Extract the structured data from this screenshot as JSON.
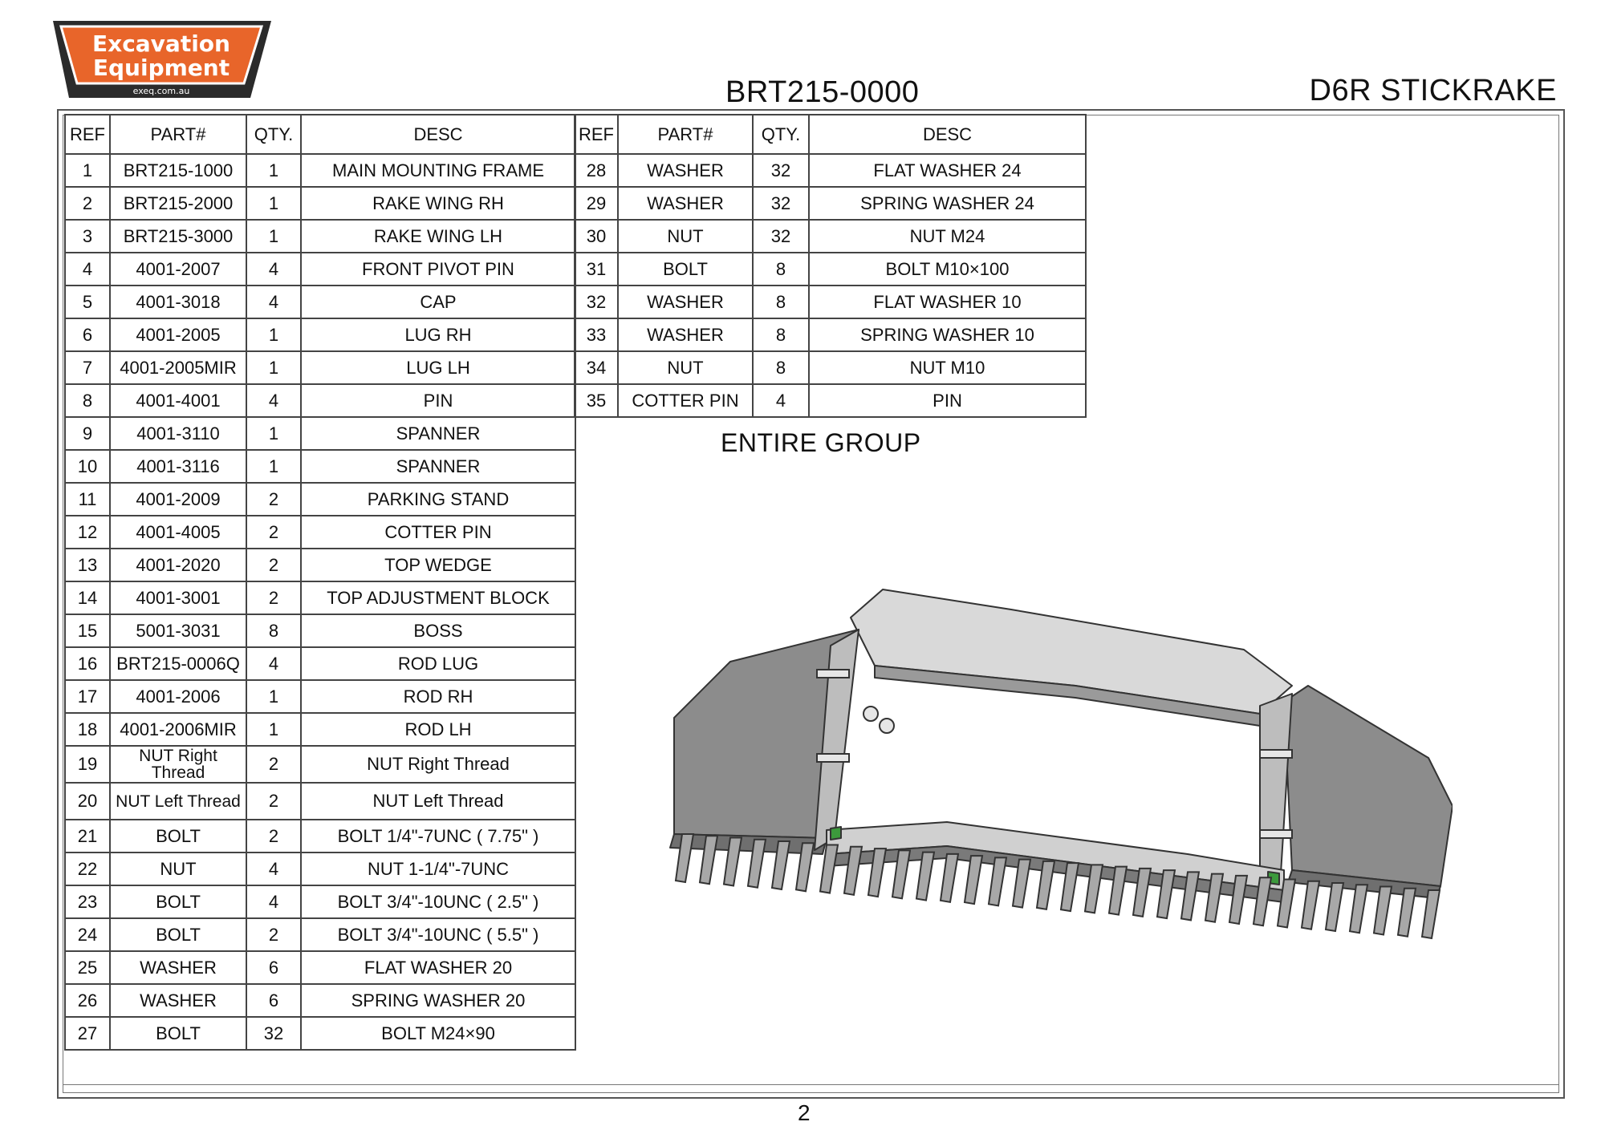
{
  "logo": {
    "line1": "Excavation",
    "line2": "Equipment",
    "url": "exeq.com.au"
  },
  "header": {
    "code": "BRT215-0000",
    "title": "D6R STICKRAKE"
  },
  "table_headers": {
    "ref": "REF",
    "part": "PART#",
    "qty": "QTY.",
    "desc": "DESC"
  },
  "parts_left": [
    {
      "ref": "1",
      "part": "BRT215-1000",
      "qty": "1",
      "desc": "MAIN MOUNTING FRAME"
    },
    {
      "ref": "2",
      "part": "BRT215-2000",
      "qty": "1",
      "desc": "RAKE WING RH"
    },
    {
      "ref": "3",
      "part": "BRT215-3000",
      "qty": "1",
      "desc": "RAKE WING LH"
    },
    {
      "ref": "4",
      "part": "4001-2007",
      "qty": "4",
      "desc": "FRONT PIVOT PIN"
    },
    {
      "ref": "5",
      "part": "4001-3018",
      "qty": "4",
      "desc": "CAP"
    },
    {
      "ref": "6",
      "part": "4001-2005",
      "qty": "1",
      "desc": "LUG RH"
    },
    {
      "ref": "7",
      "part": "4001-2005MIR",
      "qty": "1",
      "desc": "LUG LH"
    },
    {
      "ref": "8",
      "part": "4001-4001",
      "qty": "4",
      "desc": "PIN"
    },
    {
      "ref": "9",
      "part": "4001-3110",
      "qty": "1",
      "desc": "SPANNER"
    },
    {
      "ref": "10",
      "part": "4001-3116",
      "qty": "1",
      "desc": "SPANNER"
    },
    {
      "ref": "11",
      "part": "4001-2009",
      "qty": "2",
      "desc": "PARKING STAND"
    },
    {
      "ref": "12",
      "part": "4001-4005",
      "qty": "2",
      "desc": "COTTER PIN"
    },
    {
      "ref": "13",
      "part": "4001-2020",
      "qty": "2",
      "desc": "TOP WEDGE"
    },
    {
      "ref": "14",
      "part": "4001-3001",
      "qty": "2",
      "desc": "TOP ADJUSTMENT BLOCK"
    },
    {
      "ref": "15",
      "part": "5001-3031",
      "qty": "8",
      "desc": "BOSS"
    },
    {
      "ref": "16",
      "part": "BRT215-0006Q",
      "qty": "4",
      "desc": "ROD LUG"
    },
    {
      "ref": "17",
      "part": "4001-2006",
      "qty": "1",
      "desc": "ROD RH"
    },
    {
      "ref": "18",
      "part": "4001-2006MIR",
      "qty": "1",
      "desc": "ROD LH"
    },
    {
      "ref": "19",
      "part": "NUT Right Thread",
      "qty": "2",
      "desc": "NUT Right Thread"
    },
    {
      "ref": "20",
      "part": "NUT  Left Thread",
      "qty": "2",
      "desc": "NUT Left Thread"
    },
    {
      "ref": "21",
      "part": "BOLT",
      "qty": "2",
      "desc": "BOLT 1/4\"-7UNC ( 7.75\" )"
    },
    {
      "ref": "22",
      "part": "NUT",
      "qty": "4",
      "desc": "NUT 1-1/4\"-7UNC"
    },
    {
      "ref": "23",
      "part": "BOLT",
      "qty": "4",
      "desc": "BOLT 3/4\"-10UNC ( 2.5\" )"
    },
    {
      "ref": "24",
      "part": "BOLT",
      "qty": "2",
      "desc": "BOLT 3/4\"-10UNC ( 5.5\" )"
    },
    {
      "ref": "25",
      "part": "WASHER",
      "qty": "6",
      "desc": "FLAT WASHER 20"
    },
    {
      "ref": "26",
      "part": "WASHER",
      "qty": "6",
      "desc": "SPRING WASHER 20"
    },
    {
      "ref": "27",
      "part": "BOLT",
      "qty": "32",
      "desc": "BOLT M24×90"
    }
  ],
  "parts_right": [
    {
      "ref": "28",
      "part": "WASHER",
      "qty": "32",
      "desc": "FLAT WASHER 24"
    },
    {
      "ref": "29",
      "part": "WASHER",
      "qty": "32",
      "desc": "SPRING WASHER 24"
    },
    {
      "ref": "30",
      "part": "NUT",
      "qty": "32",
      "desc": "NUT M24"
    },
    {
      "ref": "31",
      "part": "BOLT",
      "qty": "8",
      "desc": "BOLT M10×100"
    },
    {
      "ref": "32",
      "part": "WASHER",
      "qty": "8",
      "desc": "FLAT WASHER 10"
    },
    {
      "ref": "33",
      "part": "WASHER",
      "qty": "8",
      "desc": "SPRING WASHER 10"
    },
    {
      "ref": "34",
      "part": "NUT",
      "qty": "8",
      "desc": "NUT M10"
    },
    {
      "ref": "35",
      "part": "COTTER PIN",
      "qty": "4",
      "desc": "PIN"
    }
  ],
  "group_label": "ENTIRE GROUP",
  "page_number": "2",
  "colors": {
    "logo_orange": "#e8652a",
    "logo_dark": "#2b2b2b",
    "steel": "#8c8c8c",
    "green": "#3c9a3c"
  }
}
